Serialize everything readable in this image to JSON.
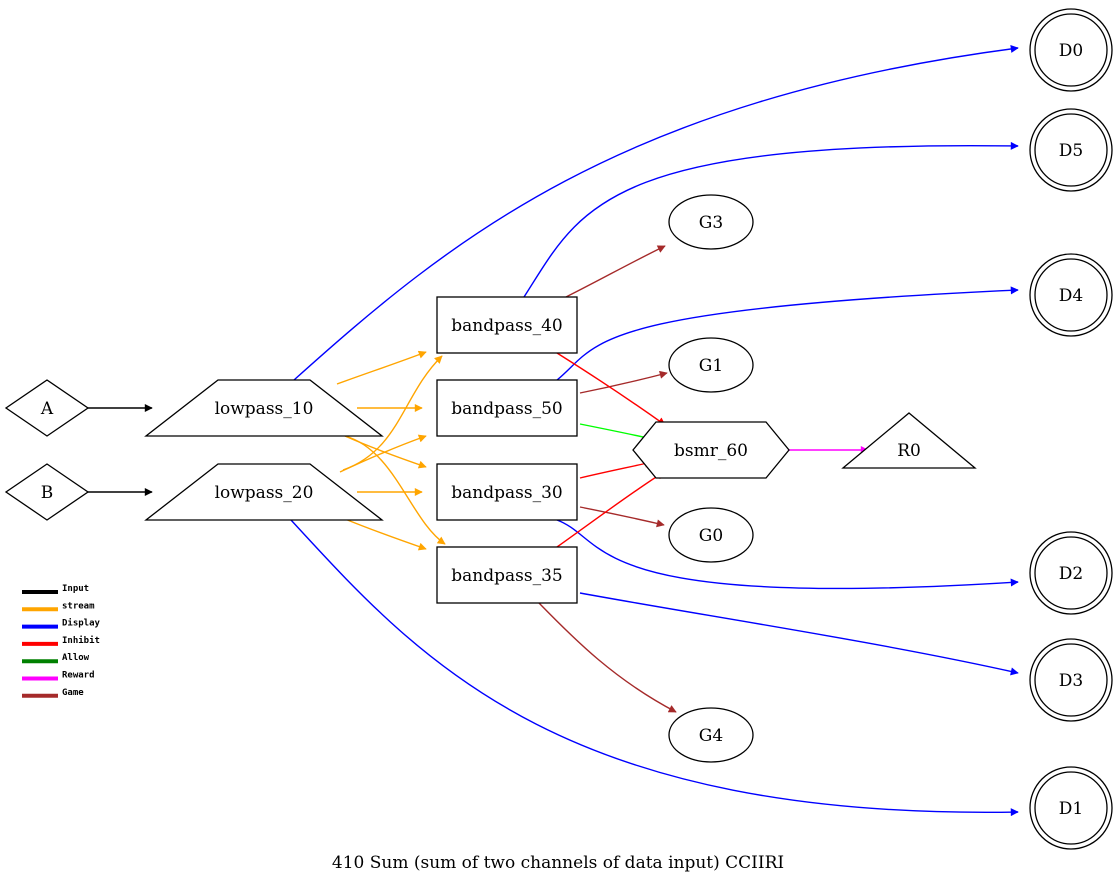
{
  "diagram": {
    "caption": "410 Sum   (sum of two channels of data input) CCIIRI",
    "edge_colors": {
      "input": "#000000",
      "stream": "#ffa500",
      "display": "#0000ff",
      "inhibit": "#ff0000",
      "allow": "#00ff00",
      "reward": "#ff00ff",
      "game": "#a52a2a"
    },
    "nodes": {
      "A": {
        "label": "A",
        "shape": "diamond"
      },
      "B": {
        "label": "B",
        "shape": "diamond"
      },
      "lowpass_10": {
        "label": "lowpass_10",
        "shape": "trapezium"
      },
      "lowpass_20": {
        "label": "lowpass_20",
        "shape": "trapezium"
      },
      "bandpass_40": {
        "label": "bandpass_40",
        "shape": "box"
      },
      "bandpass_50": {
        "label": "bandpass_50",
        "shape": "box"
      },
      "bandpass_30": {
        "label": "bandpass_30",
        "shape": "box"
      },
      "bandpass_35": {
        "label": "bandpass_35",
        "shape": "box"
      },
      "bsmr_60": {
        "label": "bsmr_60",
        "shape": "hexagon"
      },
      "R0": {
        "label": "R0",
        "shape": "triangle"
      },
      "G0": {
        "label": "G0",
        "shape": "ellipse"
      },
      "G1": {
        "label": "G1",
        "shape": "ellipse"
      },
      "G3": {
        "label": "G3",
        "shape": "ellipse"
      },
      "G4": {
        "label": "G4",
        "shape": "ellipse"
      },
      "D0": {
        "label": "D0",
        "shape": "doublecircle"
      },
      "D1": {
        "label": "D1",
        "shape": "doublecircle"
      },
      "D2": {
        "label": "D2",
        "shape": "doublecircle"
      },
      "D3": {
        "label": "D3",
        "shape": "doublecircle"
      },
      "D4": {
        "label": "D4",
        "shape": "doublecircle"
      },
      "D5": {
        "label": "D5",
        "shape": "doublecircle"
      }
    },
    "edges": [
      {
        "from": "A",
        "to": "lowpass_10",
        "kind": "input"
      },
      {
        "from": "B",
        "to": "lowpass_20",
        "kind": "input"
      },
      {
        "from": "lowpass_10",
        "to": "bandpass_40",
        "kind": "stream"
      },
      {
        "from": "lowpass_10",
        "to": "bandpass_50",
        "kind": "stream"
      },
      {
        "from": "lowpass_10",
        "to": "bandpass_30",
        "kind": "stream"
      },
      {
        "from": "lowpass_10",
        "to": "bandpass_35",
        "kind": "stream"
      },
      {
        "from": "lowpass_20",
        "to": "bandpass_40",
        "kind": "stream"
      },
      {
        "from": "lowpass_20",
        "to": "bandpass_50",
        "kind": "stream"
      },
      {
        "from": "lowpass_20",
        "to": "bandpass_30",
        "kind": "stream"
      },
      {
        "from": "lowpass_20",
        "to": "bandpass_35",
        "kind": "stream"
      },
      {
        "from": "lowpass_10",
        "to": "D0",
        "kind": "display"
      },
      {
        "from": "lowpass_20",
        "to": "D1",
        "kind": "display"
      },
      {
        "from": "bandpass_40",
        "to": "D5",
        "kind": "display"
      },
      {
        "from": "bandpass_50",
        "to": "D4",
        "kind": "display"
      },
      {
        "from": "bandpass_30",
        "to": "D2",
        "kind": "display"
      },
      {
        "from": "bandpass_35",
        "to": "D3",
        "kind": "display"
      },
      {
        "from": "bandpass_40",
        "to": "G3",
        "kind": "game"
      },
      {
        "from": "bandpass_50",
        "to": "G1",
        "kind": "game"
      },
      {
        "from": "bandpass_30",
        "to": "G0",
        "kind": "game"
      },
      {
        "from": "bandpass_35",
        "to": "G4",
        "kind": "game"
      },
      {
        "from": "bandpass_40",
        "to": "bsmr_60",
        "kind": "inhibit"
      },
      {
        "from": "bandpass_30",
        "to": "bsmr_60",
        "kind": "inhibit"
      },
      {
        "from": "bandpass_35",
        "to": "bsmr_60",
        "kind": "inhibit"
      },
      {
        "from": "bandpass_50",
        "to": "bsmr_60",
        "kind": "allow"
      },
      {
        "from": "bsmr_60",
        "to": "R0",
        "kind": "reward"
      }
    ],
    "legend": [
      {
        "label": "Input",
        "color": "#000000"
      },
      {
        "label": "stream",
        "color": "#ffa500"
      },
      {
        "label": "Display",
        "color": "#0000ff"
      },
      {
        "label": "Inhibit",
        "color": "#ff0000"
      },
      {
        "label": "Allow",
        "color": "#008000"
      },
      {
        "label": "Reward",
        "color": "#ff00ff"
      },
      {
        "label": "Game",
        "color": "#a52a2a"
      }
    ]
  }
}
